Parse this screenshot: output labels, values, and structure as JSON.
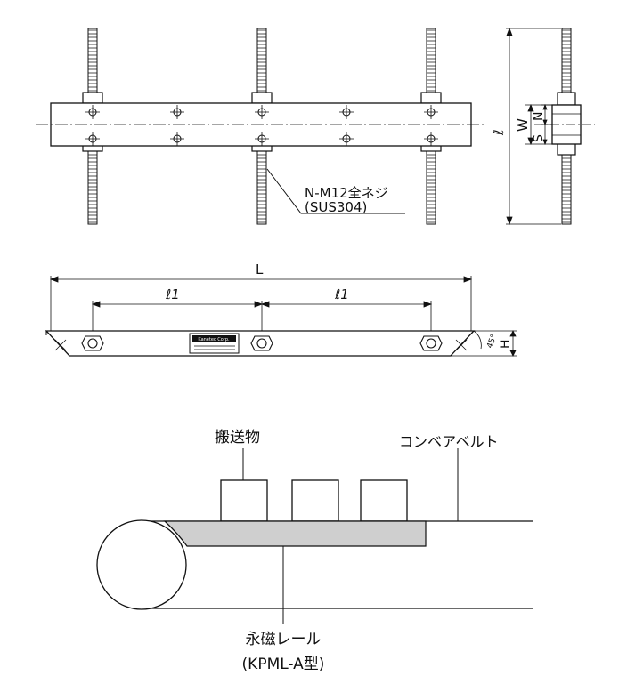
{
  "top_view": {
    "bolt_callout": "N-M12全ネジ",
    "material_callout": "(SUS304)",
    "dim_length": "ℓ",
    "dim_width": "W",
    "dim_n": "N",
    "dim_s": "S"
  },
  "front_view": {
    "dim_total_length": "L",
    "dim_pitch_1": "ℓ1",
    "dim_pitch_2": "ℓ1",
    "dim_height": "H",
    "dim_angle": "45°",
    "nameplate_text": "Kanetec Corp."
  },
  "application": {
    "label_conveyed_object": "搬送物",
    "label_conveyor_belt": "コンベアベルト",
    "label_magnet_rail": "永磁レール",
    "label_model": "(KPML-A型)"
  }
}
